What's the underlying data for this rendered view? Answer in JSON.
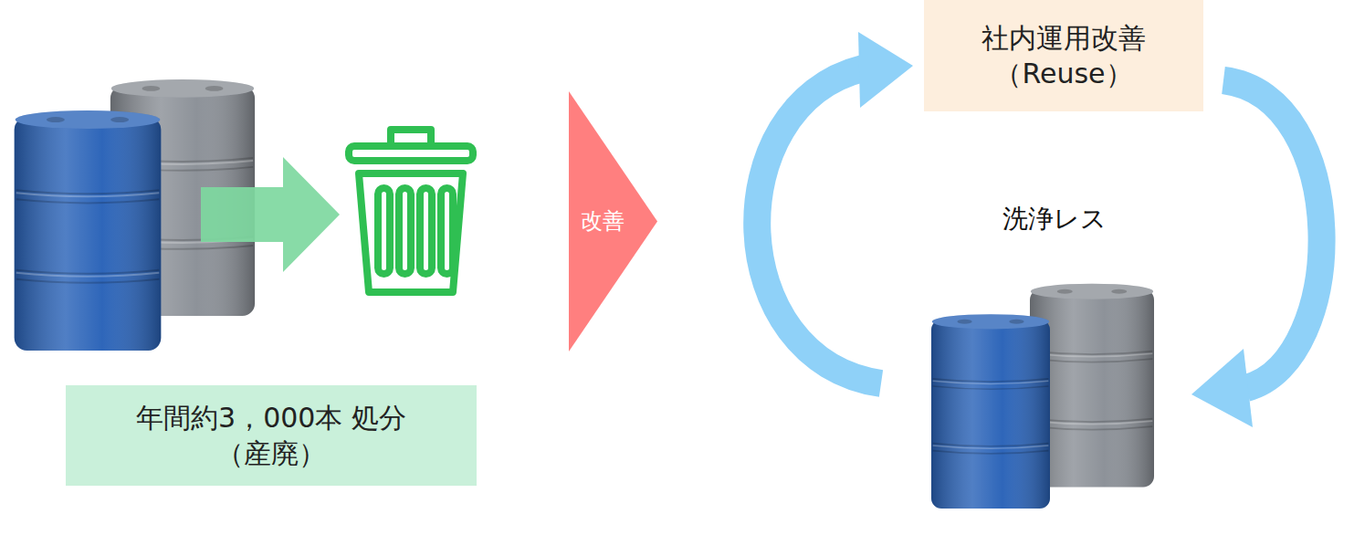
{
  "diagram": {
    "nodes": [
      {
        "text": [
          "年間約3，000本 処分（産廃）"
        ]
      },
      {
        "text": [
          "改善"
        ]
      },
      {
        "text": [
          "社内運用改善 （Reuse）"
        ]
      }
    ],
    "labels": [
      "洗浄レス"
    ]
  }
}
